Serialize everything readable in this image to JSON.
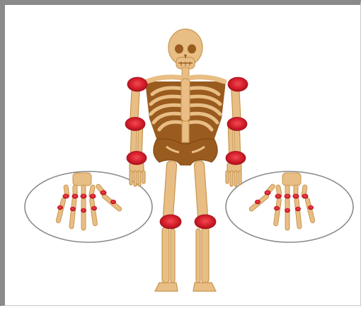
{
  "figure": {
    "subject": "skeleton-with-inflamed-joints",
    "colors": {
      "bone_fill": "#E8BE85",
      "bone_stroke": "#C79650",
      "bone_dark": "#9A5B1F",
      "joint_red": "#D61F2C",
      "joint_red_edge": "#A8111C",
      "inset_circle": "#8A8A8A",
      "border": "#8A8A8A"
    },
    "highlighted_joint_groups": [
      "shoulders",
      "elbows",
      "wrists",
      "knees",
      "finger-joints-left",
      "finger-joints-right"
    ],
    "insets": [
      "left-hand-magnified",
      "right-hand-magnified"
    ]
  }
}
